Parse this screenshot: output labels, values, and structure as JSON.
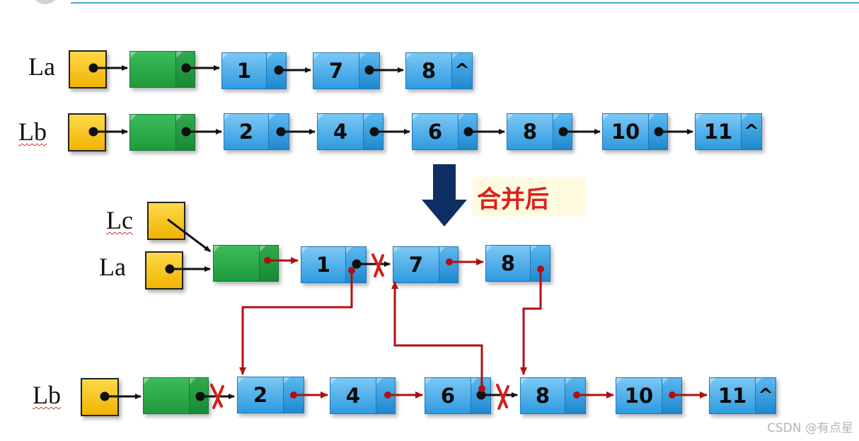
{
  "lists": {
    "La": {
      "label": "La",
      "values": [
        "1",
        "7",
        "8"
      ],
      "null_mark": "^"
    },
    "Lb": {
      "label": "Lb",
      "values": [
        "2",
        "4",
        "6",
        "8",
        "10",
        "11"
      ],
      "null_mark": "^"
    }
  },
  "merge_caption": "合并后",
  "after": {
    "Lc_label": "Lc",
    "La_label": "La",
    "Lb_label": "Lb",
    "La_values": [
      "1",
      "7",
      "8"
    ],
    "Lb_values": [
      "2",
      "4",
      "6",
      "8",
      "10",
      "11"
    ],
    "null_mark": "^"
  },
  "watermark": "CSDN @有点星",
  "colors": {
    "node": "#2e9ae0",
    "head": "#1e9a3c",
    "head_ptr": "#f0b400",
    "new_link": "#b01010",
    "cut_mark": "#d0201b"
  }
}
